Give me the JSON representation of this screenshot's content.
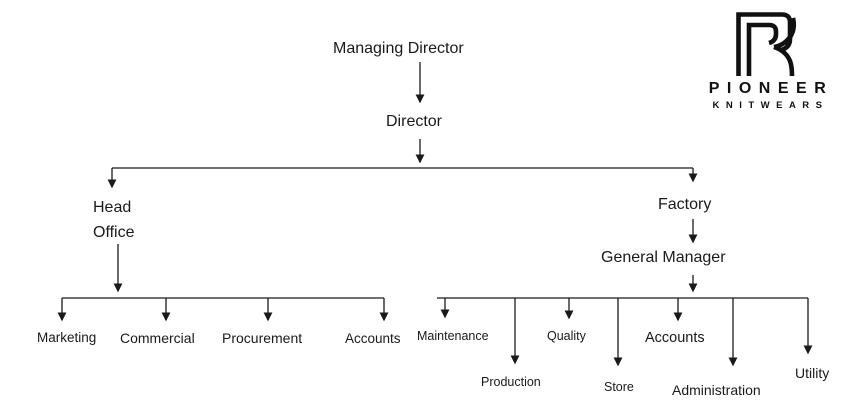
{
  "title": "Pioneer Knitwears organizational chart",
  "colors": {
    "background": "#ffffff",
    "line": "#1a1a1a",
    "text": "#1a1a1a",
    "logo": "#111111"
  },
  "labels": {
    "managing_director": "Managing Director",
    "director": "Director",
    "head_office": "Head Office",
    "factory": "Factory",
    "general_manager": "General Manager",
    "marketing": "Marketing",
    "commercial": "Commercial",
    "procurement": "Procurement",
    "head_office_accounts": "Accounts",
    "maintenance": "Maintenance",
    "production": "Production",
    "quality": "Quality",
    "store": "Store",
    "factory_accounts": "Accounts",
    "administration": "Administration",
    "utility": "Utility"
  },
  "hierarchy": {
    "Managing Director": [
      "Director"
    ],
    "Director": [
      "Head Office",
      "Factory"
    ],
    "Head Office": [
      "Marketing",
      "Commercial",
      "Procurement",
      "Accounts"
    ],
    "Factory": [
      "General Manager"
    ],
    "General Manager": [
      "Maintenance",
      "Production",
      "Quality",
      "Store",
      "Accounts",
      "Administration",
      "Utility"
    ]
  },
  "logo": {
    "monogram": "pk-monogram",
    "brand": "PIONEER",
    "sub_brand": "KNITWEARS"
  }
}
